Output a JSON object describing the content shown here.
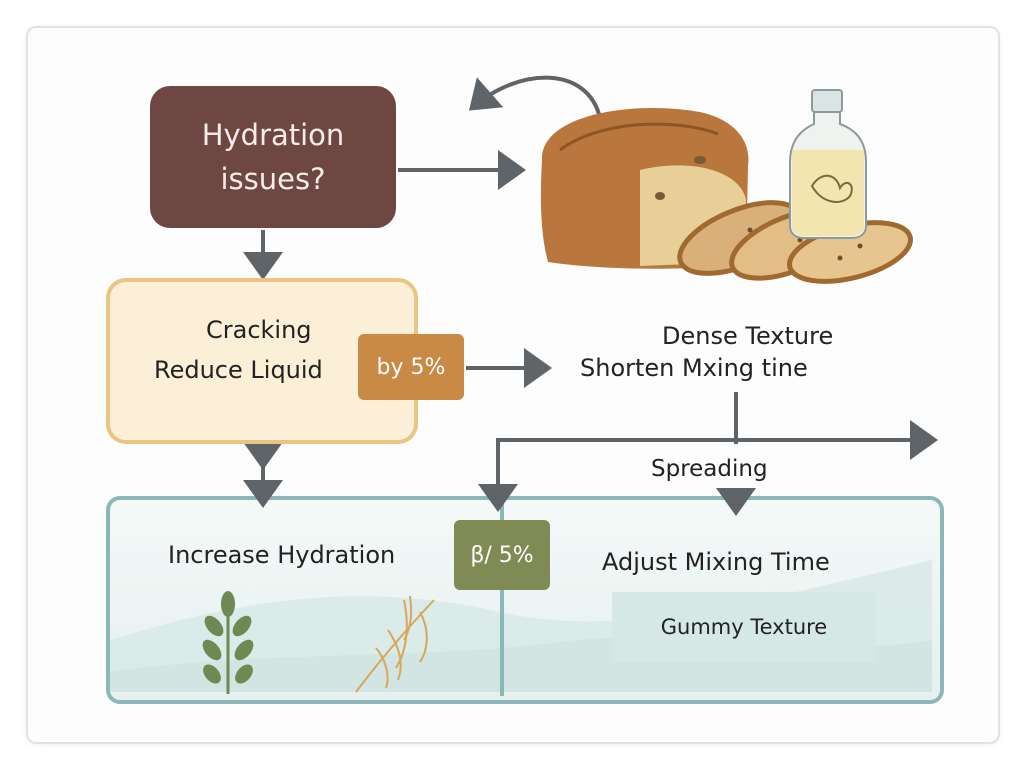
{
  "diagram": {
    "nodes": {
      "hydration_issues": "Hydration issues?",
      "cracking": "Cracking",
      "reduce_liquid": "Reduce Liquid",
      "reduce_amount": "by 5%",
      "dense_texture": "Dense Texture",
      "shorten_mixing": "Shorten Mxing tine",
      "spreading": "Spreading",
      "increase_hydration": "Increase Hydration",
      "increase_amount": "β/ 5%",
      "adjust_mixing": "Adjust Mixing Time",
      "gummy_texture": "Gummy Texture"
    },
    "colors": {
      "hydration_box": "#6e4743",
      "cracking_fill": "#fbf0d7",
      "cracking_border": "#e9c483",
      "badge_orange": "#c98a45",
      "badge_olive": "#808a55",
      "panel_border": "#8ab8b8",
      "arrow": "#5f6468"
    },
    "illustrations": [
      "bread-loaf-icon",
      "oil-bottle-icon",
      "leaf-sprig-icon",
      "wheat-stalk-icon"
    ]
  }
}
